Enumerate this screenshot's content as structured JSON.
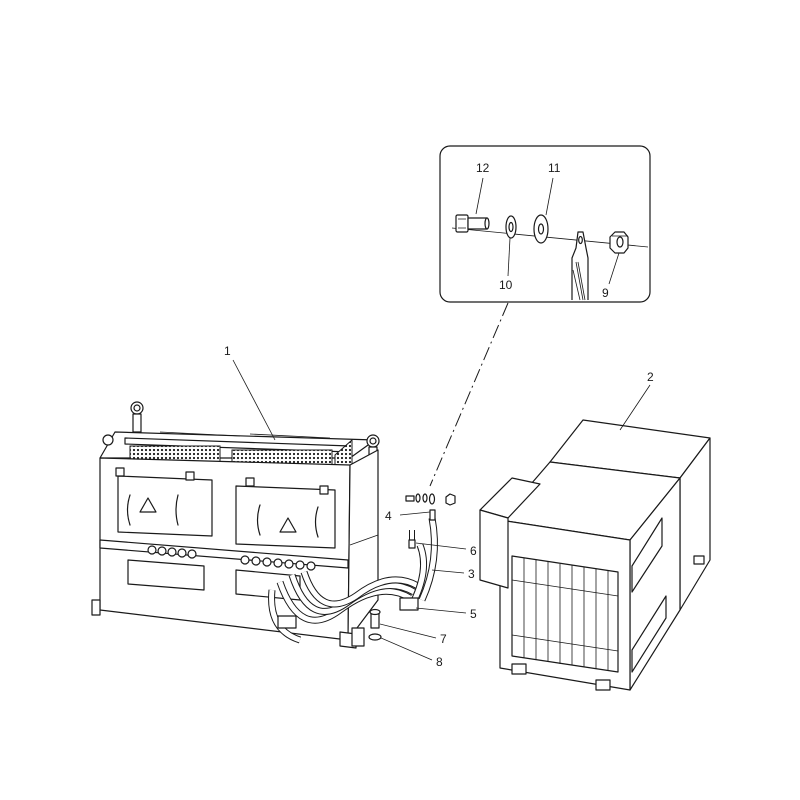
{
  "detail_inset": {
    "callouts": [
      "12",
      "11",
      "10",
      "9"
    ]
  },
  "main_view": {
    "callouts": [
      "1",
      "2",
      "3",
      "4",
      "5",
      "6",
      "7",
      "8"
    ]
  }
}
